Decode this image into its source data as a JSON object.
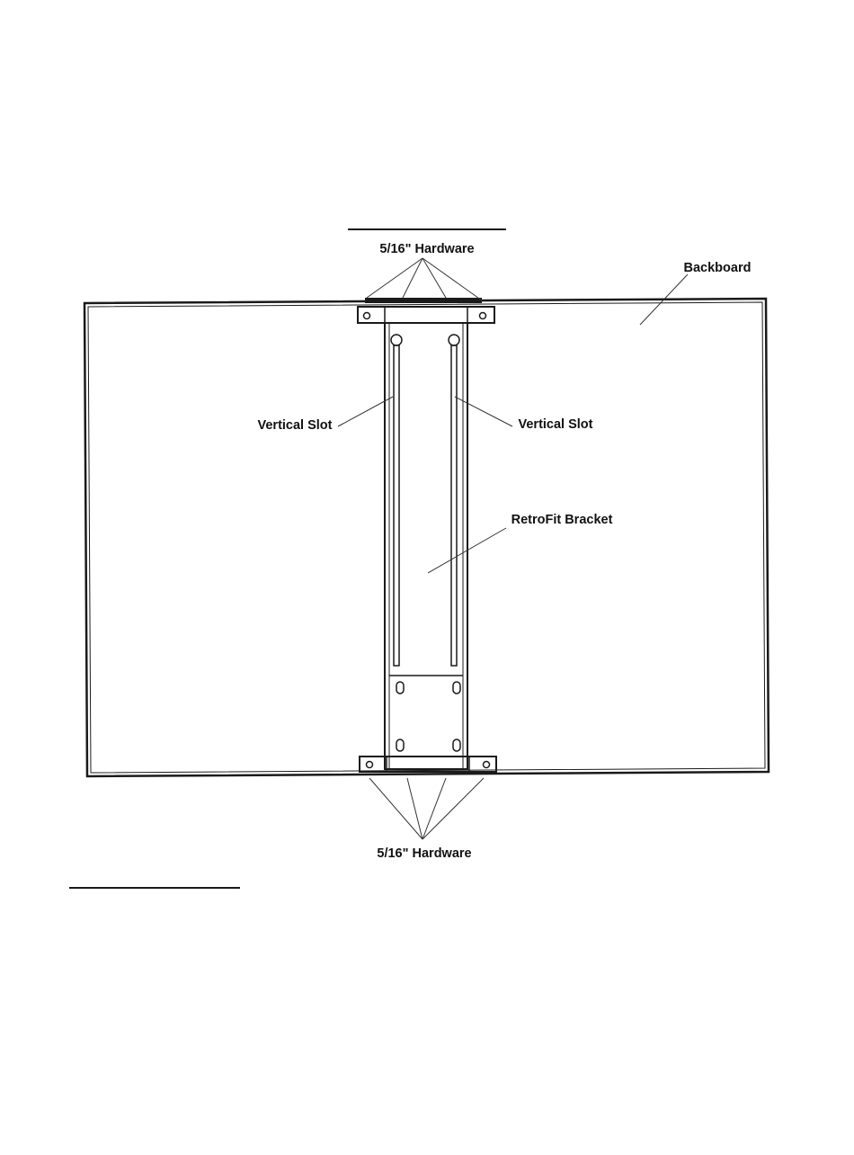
{
  "labels": {
    "hardware_top": "5/16\" Hardware",
    "hardware_bottom": "5/16\" Hardware",
    "backboard": "Backboard",
    "vertical_slot_left": "Vertical Slot",
    "vertical_slot_right": "Vertical Slot",
    "retrofit_bracket": "RetroFit Bracket"
  },
  "colors": {
    "line": "#1a1a1a",
    "background": "#ffffff"
  }
}
